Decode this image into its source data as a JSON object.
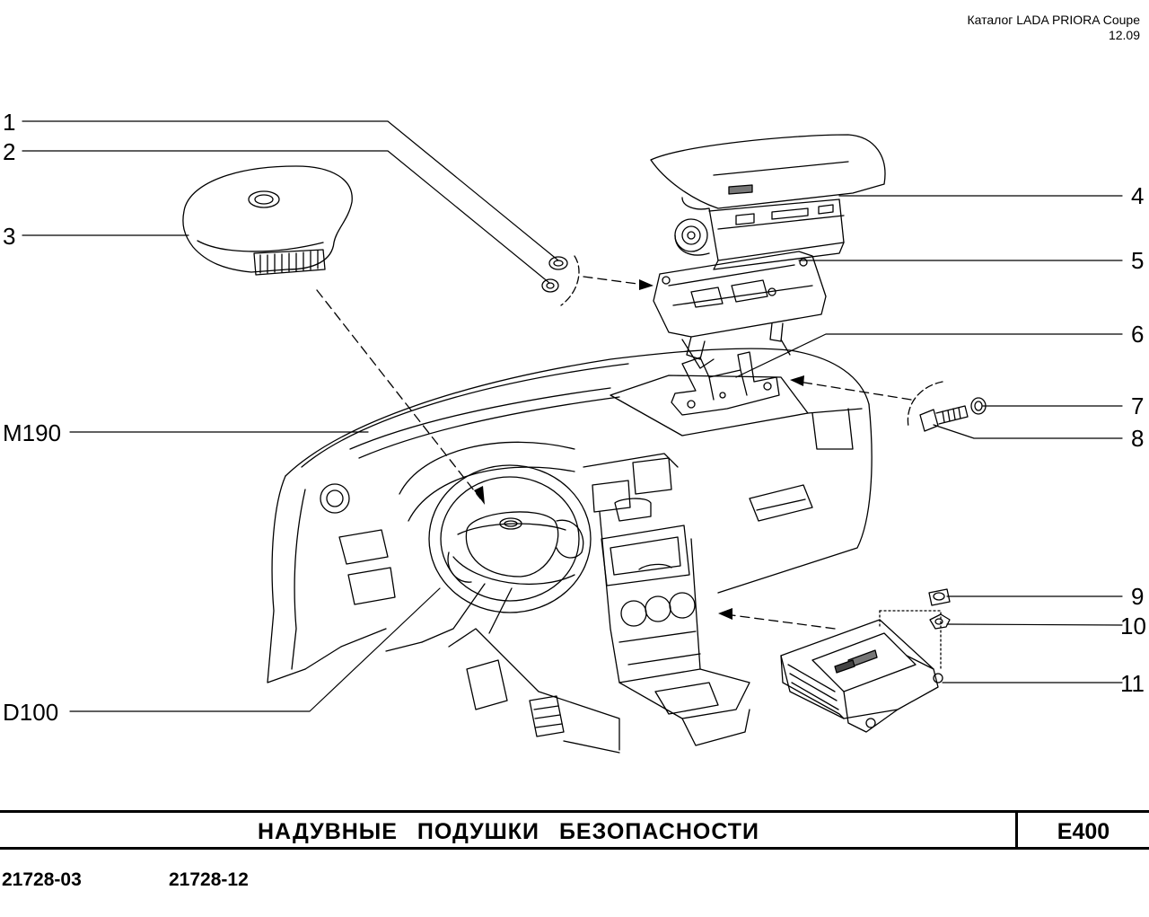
{
  "header": {
    "catalog": "Каталог  LADA  PRIORA  Coupe",
    "date": "12.09"
  },
  "callouts": {
    "c1": "1",
    "c2": "2",
    "c3": "3",
    "c4": "4",
    "c5": "5",
    "c6": "6",
    "c7": "7",
    "c8": "8",
    "c9": "9",
    "c10": "10",
    "c11": "11",
    "m190": "M190",
    "d100": "D100"
  },
  "title": {
    "text": "НАДУВНЫЕ   ПОДУШКИ   БЕЗОПАСНОСТИ",
    "code": "E400"
  },
  "models": [
    "21728-03",
    "21728-12"
  ]
}
